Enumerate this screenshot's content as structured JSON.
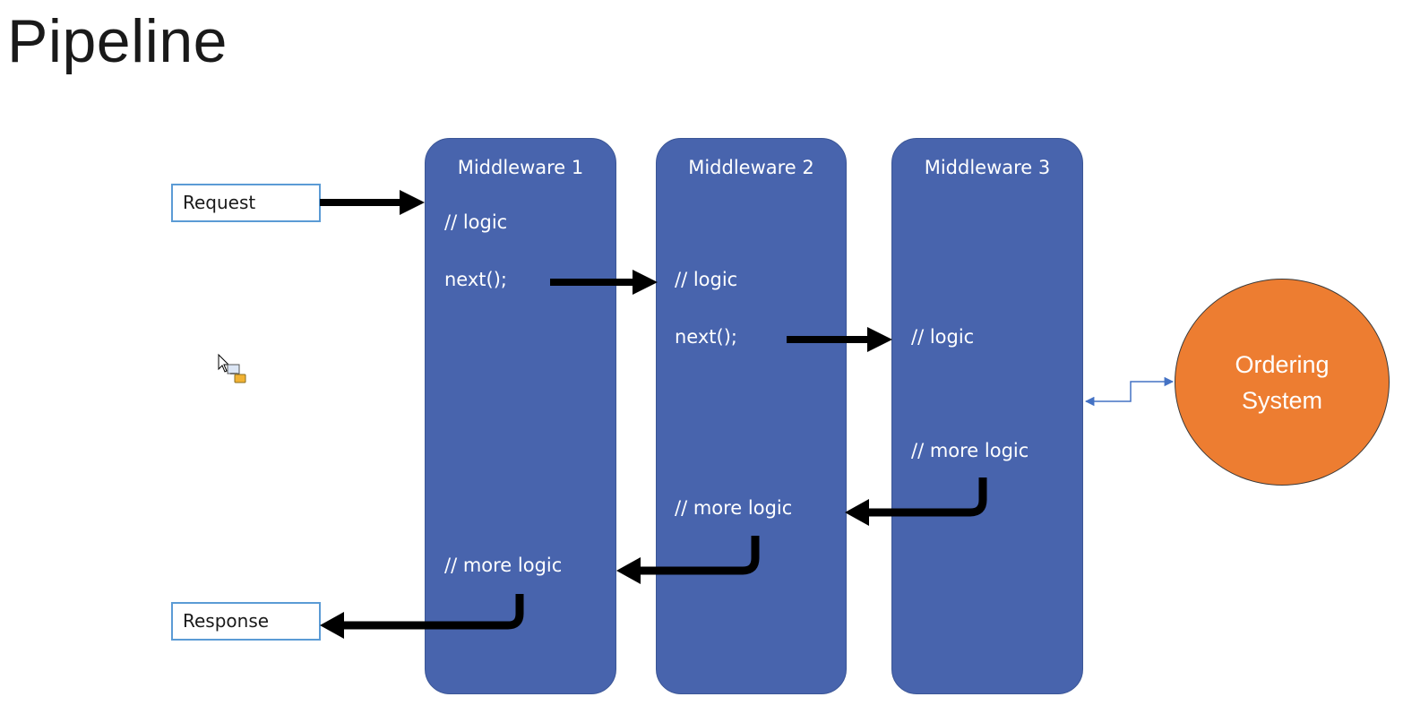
{
  "title": "Pipeline",
  "request_label": "Request",
  "response_label": "Response",
  "middlewares": [
    {
      "name": "Middleware 1",
      "logic": "// logic",
      "next": "next();",
      "more_logic": "// more logic"
    },
    {
      "name": "Middleware 2",
      "logic": "// logic",
      "next": "next();",
      "more_logic": "// more logic"
    },
    {
      "name": "Middleware 3",
      "logic": "// logic",
      "more_logic": "// more logic"
    }
  ],
  "external_system": {
    "line1": "Ordering",
    "line2": "System"
  },
  "colors": {
    "middleware_fill": "#4864ad",
    "external_fill": "#ed7d31",
    "io_border": "#5b9bd5",
    "connector": "#4472c4",
    "arrow": "#000000"
  },
  "icons": [
    "cursor-icon"
  ]
}
